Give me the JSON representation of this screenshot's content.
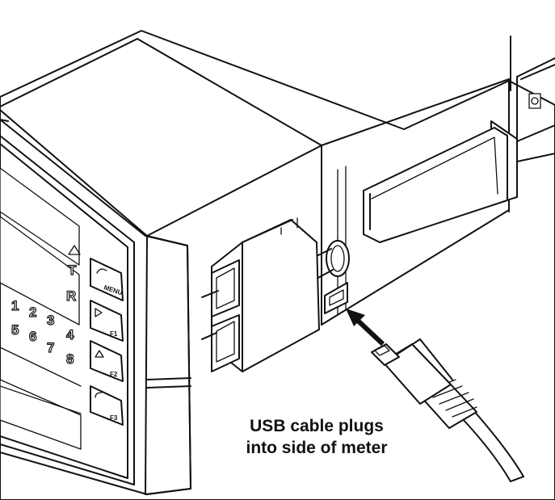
{
  "caption": {
    "line1": "USB cable plugs",
    "line2": "into side of meter"
  },
  "panel": {
    "indicators": [
      "T",
      "R"
    ],
    "digits_row1": [
      "1",
      "2",
      "3",
      "4"
    ],
    "digits_row2": [
      "5",
      "6",
      "7",
      "8"
    ],
    "keys": [
      "MENU",
      "F1",
      "F2",
      "F3"
    ]
  },
  "colors": {
    "line": "#111111",
    "background": "#ffffff"
  }
}
